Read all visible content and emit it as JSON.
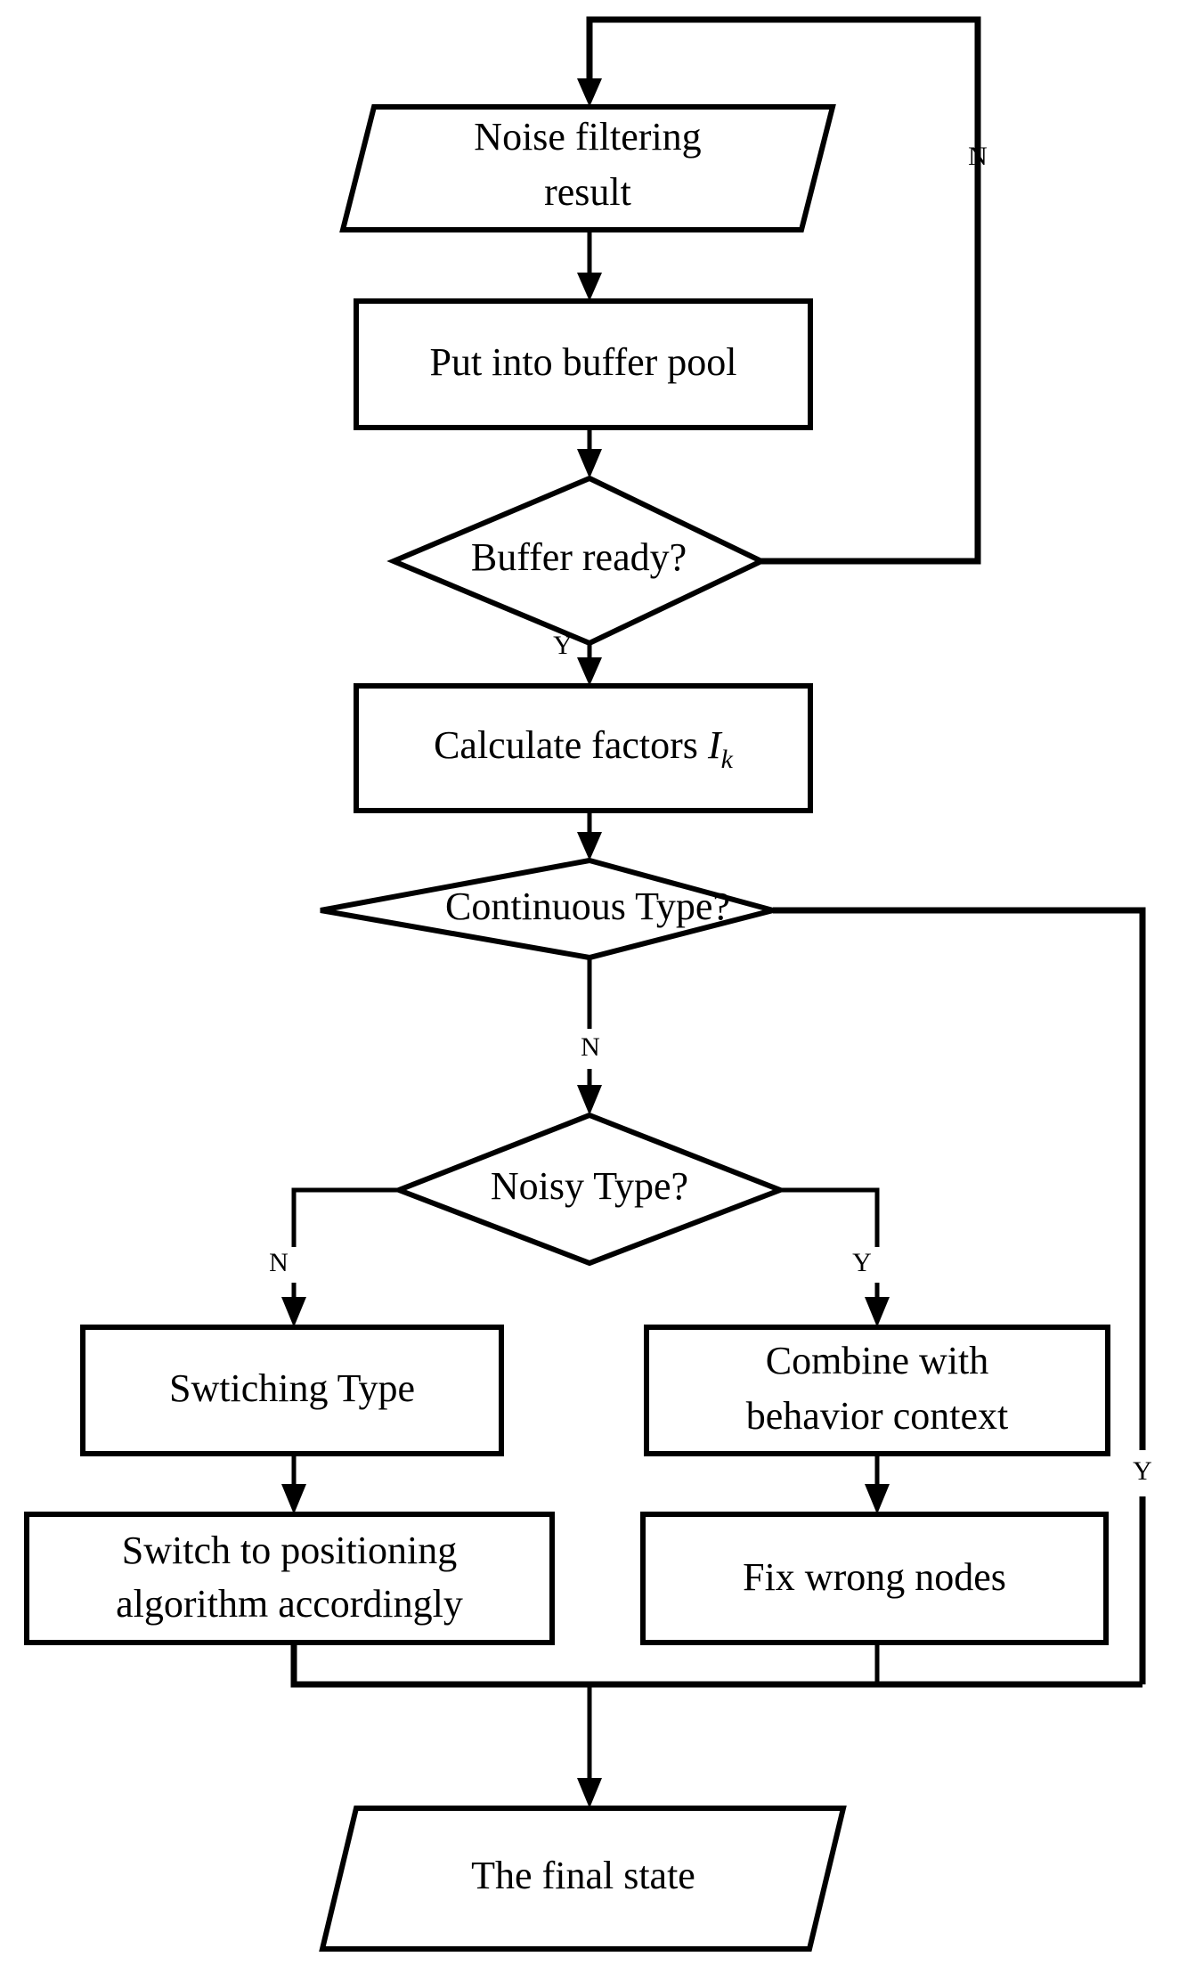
{
  "diagram": {
    "type": "flowchart",
    "title": "Noise filtering and positioning type decision flow",
    "background_color": "#ffffff",
    "line_color": "#000000",
    "text_color": "#000000",
    "nodes": [
      {
        "id": "noise_filtering_result",
        "shape": "parallelogram",
        "role": "input",
        "line1": "Noise filtering",
        "line2": "result"
      },
      {
        "id": "put_into_buffer_pool",
        "shape": "rectangle",
        "role": "process",
        "line1": "Put into buffer pool"
      },
      {
        "id": "buffer_ready",
        "shape": "diamond",
        "role": "decision",
        "line1": "Buffer ready?"
      },
      {
        "id": "calculate_factors",
        "shape": "rectangle",
        "role": "process",
        "prefix": "Calculate factors ",
        "symbol": "I",
        "subscript": "k"
      },
      {
        "id": "continuous_type",
        "shape": "diamond",
        "role": "decision",
        "line1": "Continuous Type?"
      },
      {
        "id": "noisy_type",
        "shape": "diamond",
        "role": "decision",
        "line1": "Noisy Type?"
      },
      {
        "id": "swtiching_type",
        "shape": "rectangle",
        "role": "process",
        "line1": "Swtiching Type"
      },
      {
        "id": "combine_with_behavior_context",
        "shape": "rectangle",
        "role": "process",
        "line1": "Combine with",
        "line2": "behavior context"
      },
      {
        "id": "switch_to_positioning_algorithm",
        "shape": "rectangle",
        "role": "process",
        "line1": "Switch to positioning",
        "line2": "algorithm accordingly"
      },
      {
        "id": "fix_wrong_nodes",
        "shape": "rectangle",
        "role": "process",
        "line1": "Fix wrong nodes"
      },
      {
        "id": "the_final_state",
        "shape": "parallelogram",
        "role": "output",
        "line1": "The final state"
      }
    ],
    "edge_labels": {
      "buffer_ready_no": "N",
      "buffer_ready_yes": "Y",
      "continuous_type_no": "N",
      "continuous_type_yes": "Y",
      "noisy_type_no": "N",
      "noisy_type_yes": "Y"
    },
    "edges": [
      {
        "from": "noise_filtering_result",
        "to": "put_into_buffer_pool",
        "label": ""
      },
      {
        "from": "put_into_buffer_pool",
        "to": "buffer_ready",
        "label": ""
      },
      {
        "from": "buffer_ready",
        "to": "noise_filtering_result",
        "label": "N"
      },
      {
        "from": "buffer_ready",
        "to": "calculate_factors",
        "label": "Y"
      },
      {
        "from": "calculate_factors",
        "to": "continuous_type",
        "label": ""
      },
      {
        "from": "continuous_type",
        "to": "noisy_type",
        "label": "N"
      },
      {
        "from": "continuous_type",
        "to": "the_final_state",
        "label": "Y"
      },
      {
        "from": "noisy_type",
        "to": "swtiching_type",
        "label": "N"
      },
      {
        "from": "noisy_type",
        "to": "combine_with_behavior_context",
        "label": "Y"
      },
      {
        "from": "swtiching_type",
        "to": "switch_to_positioning_algorithm",
        "label": ""
      },
      {
        "from": "combine_with_behavior_context",
        "to": "fix_wrong_nodes",
        "label": ""
      },
      {
        "from": "switch_to_positioning_algorithm",
        "to": "the_final_state",
        "label": ""
      },
      {
        "from": "fix_wrong_nodes",
        "to": "the_final_state",
        "label": ""
      }
    ]
  }
}
